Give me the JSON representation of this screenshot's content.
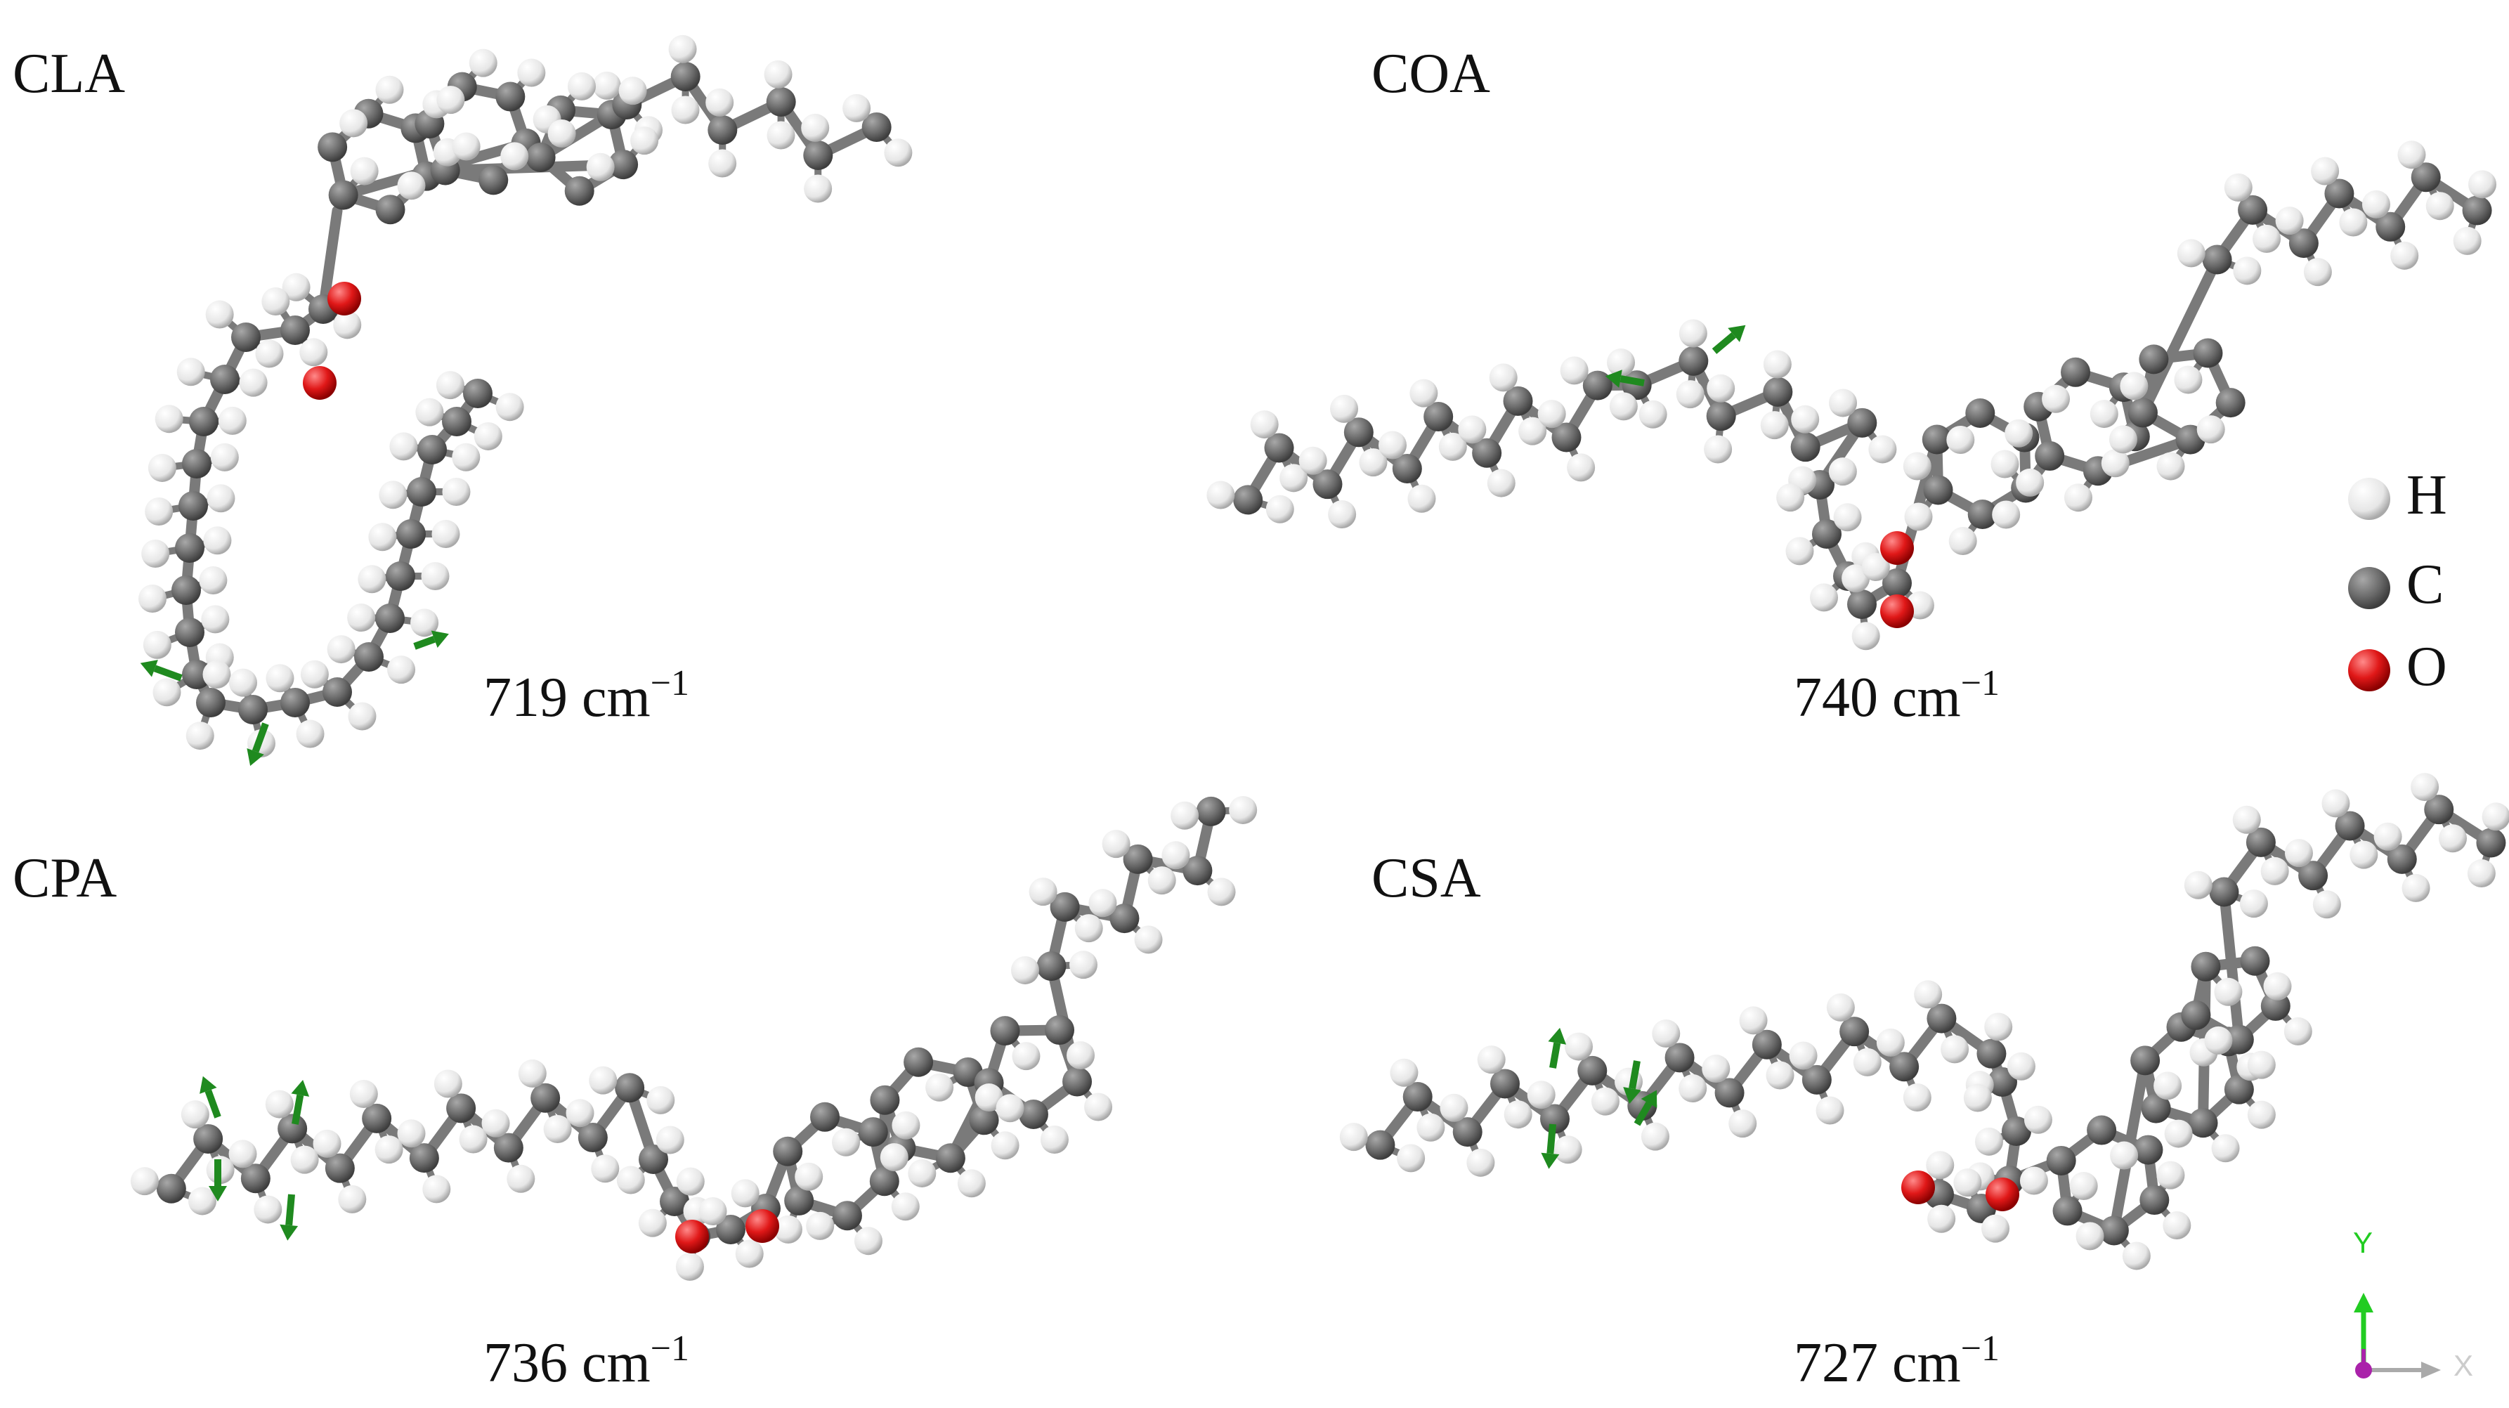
{
  "panels": [
    {
      "label": "CLA",
      "frequency": "719",
      "unit": "cm",
      "exponent": "−1"
    },
    {
      "label": "COA",
      "frequency": "740",
      "unit": "cm",
      "exponent": "−1"
    },
    {
      "label": "CPA",
      "frequency": "736",
      "unit": "cm",
      "exponent": "−1"
    },
    {
      "label": "CSA",
      "frequency": "727",
      "unit": "cm",
      "exponent": "−1"
    }
  ],
  "legend": [
    {
      "symbol": "H",
      "color": "#eeeeee"
    },
    {
      "symbol": "C",
      "color": "#555555"
    },
    {
      "symbol": "O",
      "color": "#dd1111"
    }
  ],
  "axes": {
    "y": "Y",
    "x": "X"
  },
  "colors": {
    "carbon": "#6b6b6b",
    "bond": "#7a7a7a",
    "hydrogen": "#f0f0f0",
    "oxygen": "#dd1111",
    "vector": "#1f8a1f",
    "axis_y": "#22cc22",
    "axis_x": "#aaaaaa",
    "axis_z": "#aa22aa"
  }
}
